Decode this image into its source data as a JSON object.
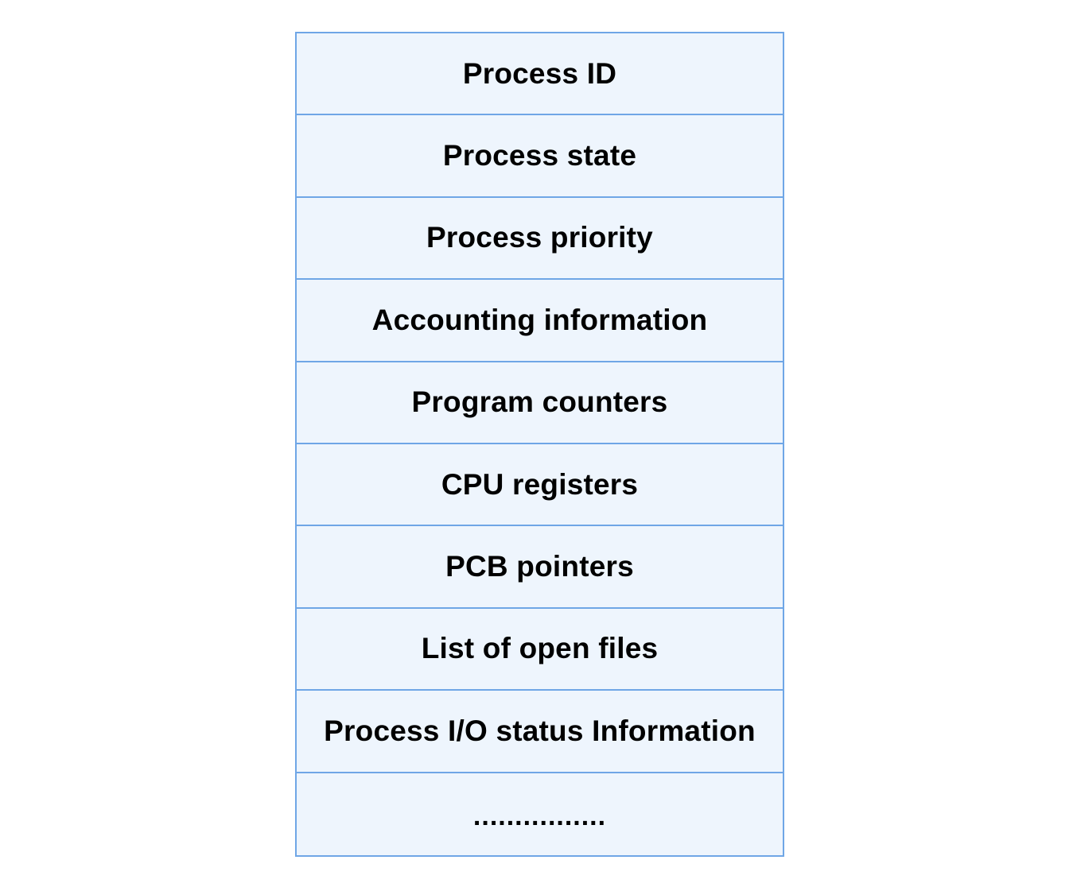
{
  "diagram": {
    "rows": [
      {
        "label": "Process ID"
      },
      {
        "label": "Process state"
      },
      {
        "label": "Process priority"
      },
      {
        "label": "Accounting information"
      },
      {
        "label": "Program counters"
      },
      {
        "label": "CPU registers"
      },
      {
        "label": "PCB pointers"
      },
      {
        "label": "List of open files"
      },
      {
        "label": "Process I/O status Information"
      },
      {
        "label": "................"
      }
    ],
    "colors": {
      "cell_fill": "#eef5fd",
      "border": "#6fa6e6",
      "text": "#000000",
      "background": "#ffffff"
    }
  }
}
